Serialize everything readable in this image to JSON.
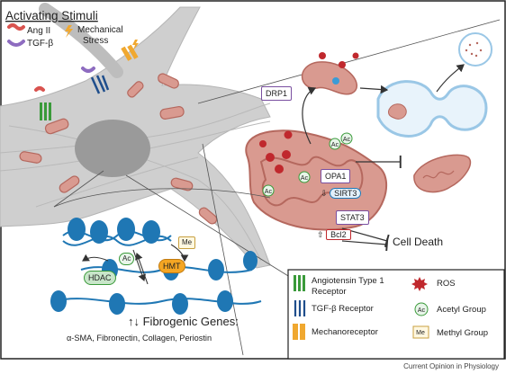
{
  "stimuli": {
    "title": "Activating Stimuli",
    "ang2": "Ang II",
    "tgfb": "TGF-β",
    "mech_line1": "Mechanical",
    "mech_line2": "Stress"
  },
  "mito": {
    "drp1": "DRP1",
    "opa1": "OPA1",
    "sirt3": "SIRT3",
    "stat3": "STAT3",
    "bcl2": "Bcl2",
    "cell_death": "Cell Death",
    "ac": "Ac"
  },
  "nucleus": {
    "hdac": "HDAC",
    "hmt": "HMT",
    "me": "Me",
    "ac": "Ac",
    "genes_title": "↑↓ Fibrogenic Genes:",
    "genes_list": "α-SMA, Fibronectin, Collagen, Periostin"
  },
  "legend": {
    "at1_line1": "Angiotensin Type 1",
    "at1_line2": "Receptor",
    "tgfr": "TGF-β Receptor",
    "mechanoreceptor": "Mechanoreceptor",
    "ros": "ROS",
    "acetyl": "Acetyl Group",
    "methyl": "Methyl Group",
    "ac_symbol": "Ac",
    "me_symbol": "Me"
  },
  "credit": "Current Opinion in Physiology",
  "colors": {
    "cell": "#cfcfcf",
    "nucleus": "#9a9a9a",
    "mito_outer": "#d99a90",
    "mito_inner": "#b5685e",
    "ros": "#c0282d",
    "dna": "#1f77b4",
    "receptor_green": "#3a9a3a",
    "hdac_fill": "#c8e6c9",
    "hmt_fill": "#f5a623",
    "mechano": "#f0a830"
  }
}
